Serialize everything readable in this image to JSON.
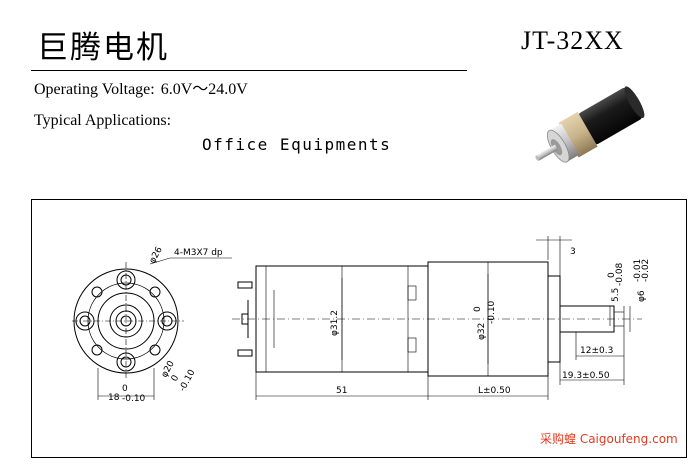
{
  "header": {
    "title_cn": "巨腾电机",
    "model": "JT-32XX"
  },
  "specs": {
    "voltage_label": "Operating  Voltage:",
    "voltage_value": "6.0V～24.0V",
    "applications_label": "Typical Applications:",
    "applications_value": "Office Equipments"
  },
  "drawing": {
    "front_view": {
      "bolt_circle": "φ26",
      "screw_note": "4-M3X7 dp",
      "pilot_diameter": "φ20",
      "pilot_tol_top": "0",
      "pilot_tol_bottom": "-0.10",
      "flat_width": "18",
      "flat_tol_top": "0",
      "flat_tol_bottom": "-0.10"
    },
    "side_view": {
      "motor_diameter": "φ31.2",
      "gearbox_diameter": "φ32",
      "gearbox_tol_top": "0",
      "gearbox_tol_bottom": "-0.10",
      "motor_length": "51",
      "gearbox_length": "L±0.50",
      "boss_length": "3",
      "shaft_flat": "5.5",
      "shaft_flat_tol_top": "0",
      "shaft_flat_tol_bottom": "-0.08",
      "shaft_diameter": "φ6",
      "shaft_tol_top": "-0.01",
      "shaft_tol_bottom": "-0.02",
      "shaft_flat_length": "12±0.3",
      "shaft_length": "19.3±0.50"
    }
  },
  "watermark": "采购蝗 Caigoufeng.com",
  "colors": {
    "watermark": "#e13a1f",
    "motor_body": "#1b1b1b",
    "gearbox_gold": "#c9b48a",
    "metal": "#c4c4c4"
  }
}
